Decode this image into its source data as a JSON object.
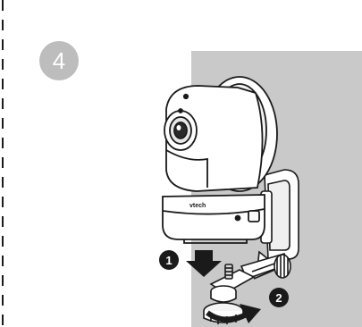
{
  "step": {
    "number": "4"
  },
  "camera": {
    "brand": "vtech"
  },
  "markers": [
    {
      "label": "1"
    },
    {
      "label": "2"
    }
  ],
  "colors": {
    "step_badge": "#bdbdbd",
    "wall": "#c9c9c9",
    "marker": "#1a1a1a"
  }
}
